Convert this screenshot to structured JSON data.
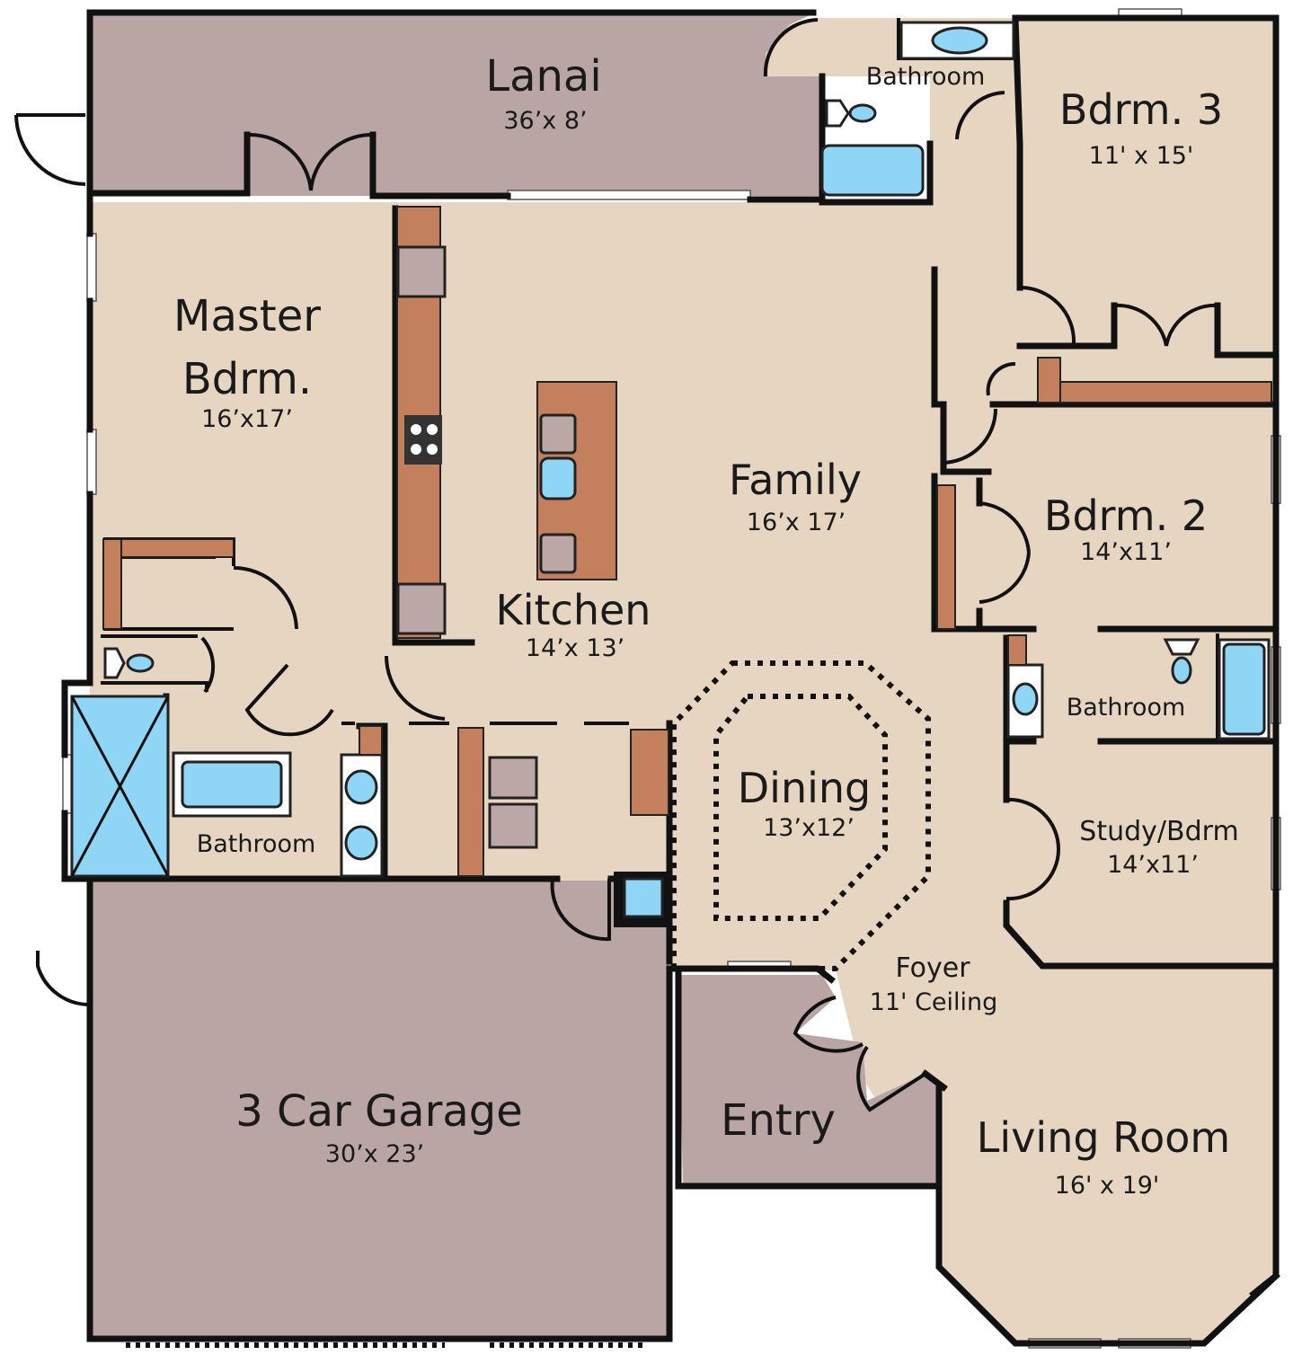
{
  "colors": {
    "interior": "#e6d5c1",
    "exterior_room": "#baa5a5",
    "cabinet": "#c47f5c",
    "water": "#8fd5f5",
    "wall": "#111111"
  },
  "rooms": {
    "lanai": {
      "name": "Lanai",
      "dim": "36’x 8’"
    },
    "bath_top": {
      "name": "Bathroom"
    },
    "bdrm3": {
      "name": "Bdrm. 3",
      "dim": "11' x 15'"
    },
    "master": {
      "name_line1": "Master",
      "name_line2": "Bdrm.",
      "dim": "16’x17’"
    },
    "family": {
      "name": "Family",
      "dim": "16’x 17’"
    },
    "bdrm2": {
      "name": "Bdrm. 2",
      "dim": "14’x11’"
    },
    "kitchen": {
      "name": "Kitchen",
      "dim": "14’x 13’"
    },
    "bath_right": {
      "name": "Bathroom"
    },
    "dining": {
      "name": "Dining",
      "dim": "13’x12’"
    },
    "master_bath": {
      "name": "Bathroom"
    },
    "study": {
      "name": "Study/Bdrm",
      "dim": "14’x11’"
    },
    "foyer": {
      "name": "Foyer",
      "note": "11' Ceiling"
    },
    "garage": {
      "name": "3 Car Garage",
      "dim": "30’x 23’"
    },
    "entry": {
      "name": "Entry"
    },
    "living": {
      "name": "Living Room",
      "dim": "16' x 19'"
    }
  }
}
